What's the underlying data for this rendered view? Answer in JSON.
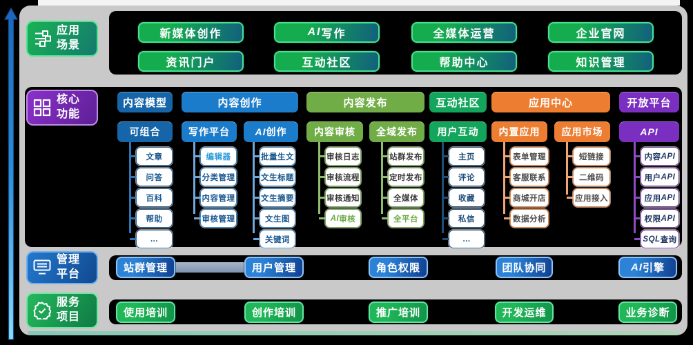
{
  "colors": {
    "background": "#000000",
    "panel": "#c9c9c9",
    "themes": {
      "blueDark": {
        "header": "#1565a8",
        "item_border": "#1f5c94",
        "item_text": "#17568f",
        "tree": "#2e75b6",
        "accent": "#2e9bd8"
      },
      "blue": {
        "header": "#1b7ccb",
        "item_border": "#2e80c4",
        "item_text": "#17568f",
        "tree": "#6fa8dc",
        "accent": "#2e9bd8"
      },
      "green": {
        "header": "#71ad47",
        "item_border": "#70ad47",
        "item_text": "#3b3b3b",
        "tree": "#8fbe6e",
        "accent": "#6aaa44"
      },
      "emerald": {
        "header": "#13a55c",
        "item_border": "#1f4e79",
        "item_text": "#1f4e79",
        "tree": "#1f4e79",
        "accent": "#1f4e79"
      },
      "orange": {
        "header": "#ed7d31",
        "item_border": "#ed7d31",
        "item_text": "#4a4a4a",
        "tree": "#f2a673",
        "accent": "#ed7d31"
      },
      "purple": {
        "header": "#7b2fc0",
        "item_border": "#7030a0",
        "item_text": "#203864",
        "tree": "#8e4cc8",
        "accent": "#7030a0"
      }
    },
    "scenario_button": {
      "from": "#14ac4f",
      "to": "#11607c",
      "border": "#4ae08e"
    },
    "management_button": {
      "from": "#2b82d6",
      "to": "#113f8f",
      "border": "#8fc3f4"
    },
    "service_button": {
      "from": "#1fb757",
      "to": "#119449",
      "border": "#67e39c"
    }
  },
  "sections": {
    "scenarios": {
      "label_lines": [
        "应用",
        "场景"
      ],
      "icon": "flow-icon",
      "buttons": [
        "新媒体创作",
        "AI写作",
        "全媒体运营",
        "企业官网",
        "资讯门户",
        "互动社区",
        "帮助中心",
        "知识管理"
      ]
    },
    "core": {
      "label_lines": [
        "核心",
        "功能"
      ],
      "icon": "grid-icon",
      "columns": [
        {
          "title": "内容模型",
          "subs": [
            {
              "title": "可组合",
              "items": [
                "文章",
                "问答",
                "百科",
                "帮助",
                "..."
              ],
              "accent_items": []
            }
          ]
        },
        {
          "title": "内容创作",
          "subs": [
            {
              "title": "写作平台",
              "items": [
                "编辑器",
                "分类管理",
                "内容管理",
                "审核管理"
              ],
              "accent_items": [
                "编辑器"
              ]
            },
            {
              "title": "AI创作",
              "items": [
                "批量生文",
                "文生标题",
                "文生摘要",
                "文生图",
                "关键词"
              ],
              "accent_items": []
            }
          ]
        },
        {
          "title": "内容发布",
          "subs": [
            {
              "title": "内容审核",
              "items": [
                "审核日志",
                "审核流程",
                "审核通知",
                "AI审核"
              ],
              "accent_items": [
                "AI审核"
              ]
            },
            {
              "title": "全域发布",
              "items": [
                "站群发布",
                "定时发布",
                "全媒体",
                "全平台"
              ],
              "accent_items": [
                "全平台"
              ]
            }
          ]
        },
        {
          "title": "互动社区",
          "subs": [
            {
              "title": "用户互动",
              "items": [
                "主页",
                "评论",
                "收藏",
                "私信",
                "..."
              ],
              "accent_items": []
            }
          ]
        },
        {
          "title": "应用中心",
          "subs": [
            {
              "title": "内置应用",
              "items": [
                "表单管理",
                "客服联系",
                "商城开店",
                "数据分析"
              ],
              "accent_items": []
            },
            {
              "title": "应用市场",
              "items": [
                "短链接",
                "二维码",
                "应用接入"
              ],
              "accent_items": []
            }
          ]
        },
        {
          "title": "开放平台",
          "subs": [
            {
              "title": "API",
              "items": [
                "内容API",
                "用户API",
                "应用API",
                "权限API",
                "SQL查询"
              ],
              "accent_items": []
            }
          ]
        }
      ]
    },
    "management": {
      "label_lines": [
        "管理",
        "平台"
      ],
      "icon": "display-icon",
      "buttons": [
        "站群管理",
        "用户管理",
        "角色权限",
        "团队协同",
        "AI引擎"
      ]
    },
    "services": {
      "label_lines": [
        "服务",
        "项目"
      ],
      "icon": "badge-check-icon",
      "buttons": [
        "使用培训",
        "创作培训",
        "推广培训",
        "开发运维",
        "业务诊断"
      ]
    }
  }
}
